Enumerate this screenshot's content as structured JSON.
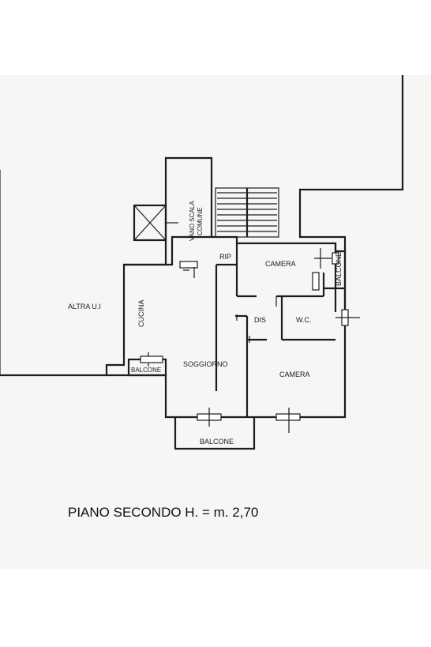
{
  "floor_plan": {
    "title": "PIANO SECONDO H. = m. 2,70",
    "rooms": {
      "altra_ui": "ALTRA U.I",
      "vano_scala_line1": "VANO SCALA",
      "vano_scala_line2": "COMUNE",
      "cucina": "CUCINA",
      "rip": "RIP",
      "camera_top": "CAMERA",
      "dis": "DIS",
      "wc": "W.C.",
      "soggiorno": "SOGGIORNO",
      "camera_bottom": "CAMERA",
      "balcone_left": "BALCONE",
      "balcone_right": "BALCONE",
      "balcone_bottom": "BALCONE"
    }
  }
}
